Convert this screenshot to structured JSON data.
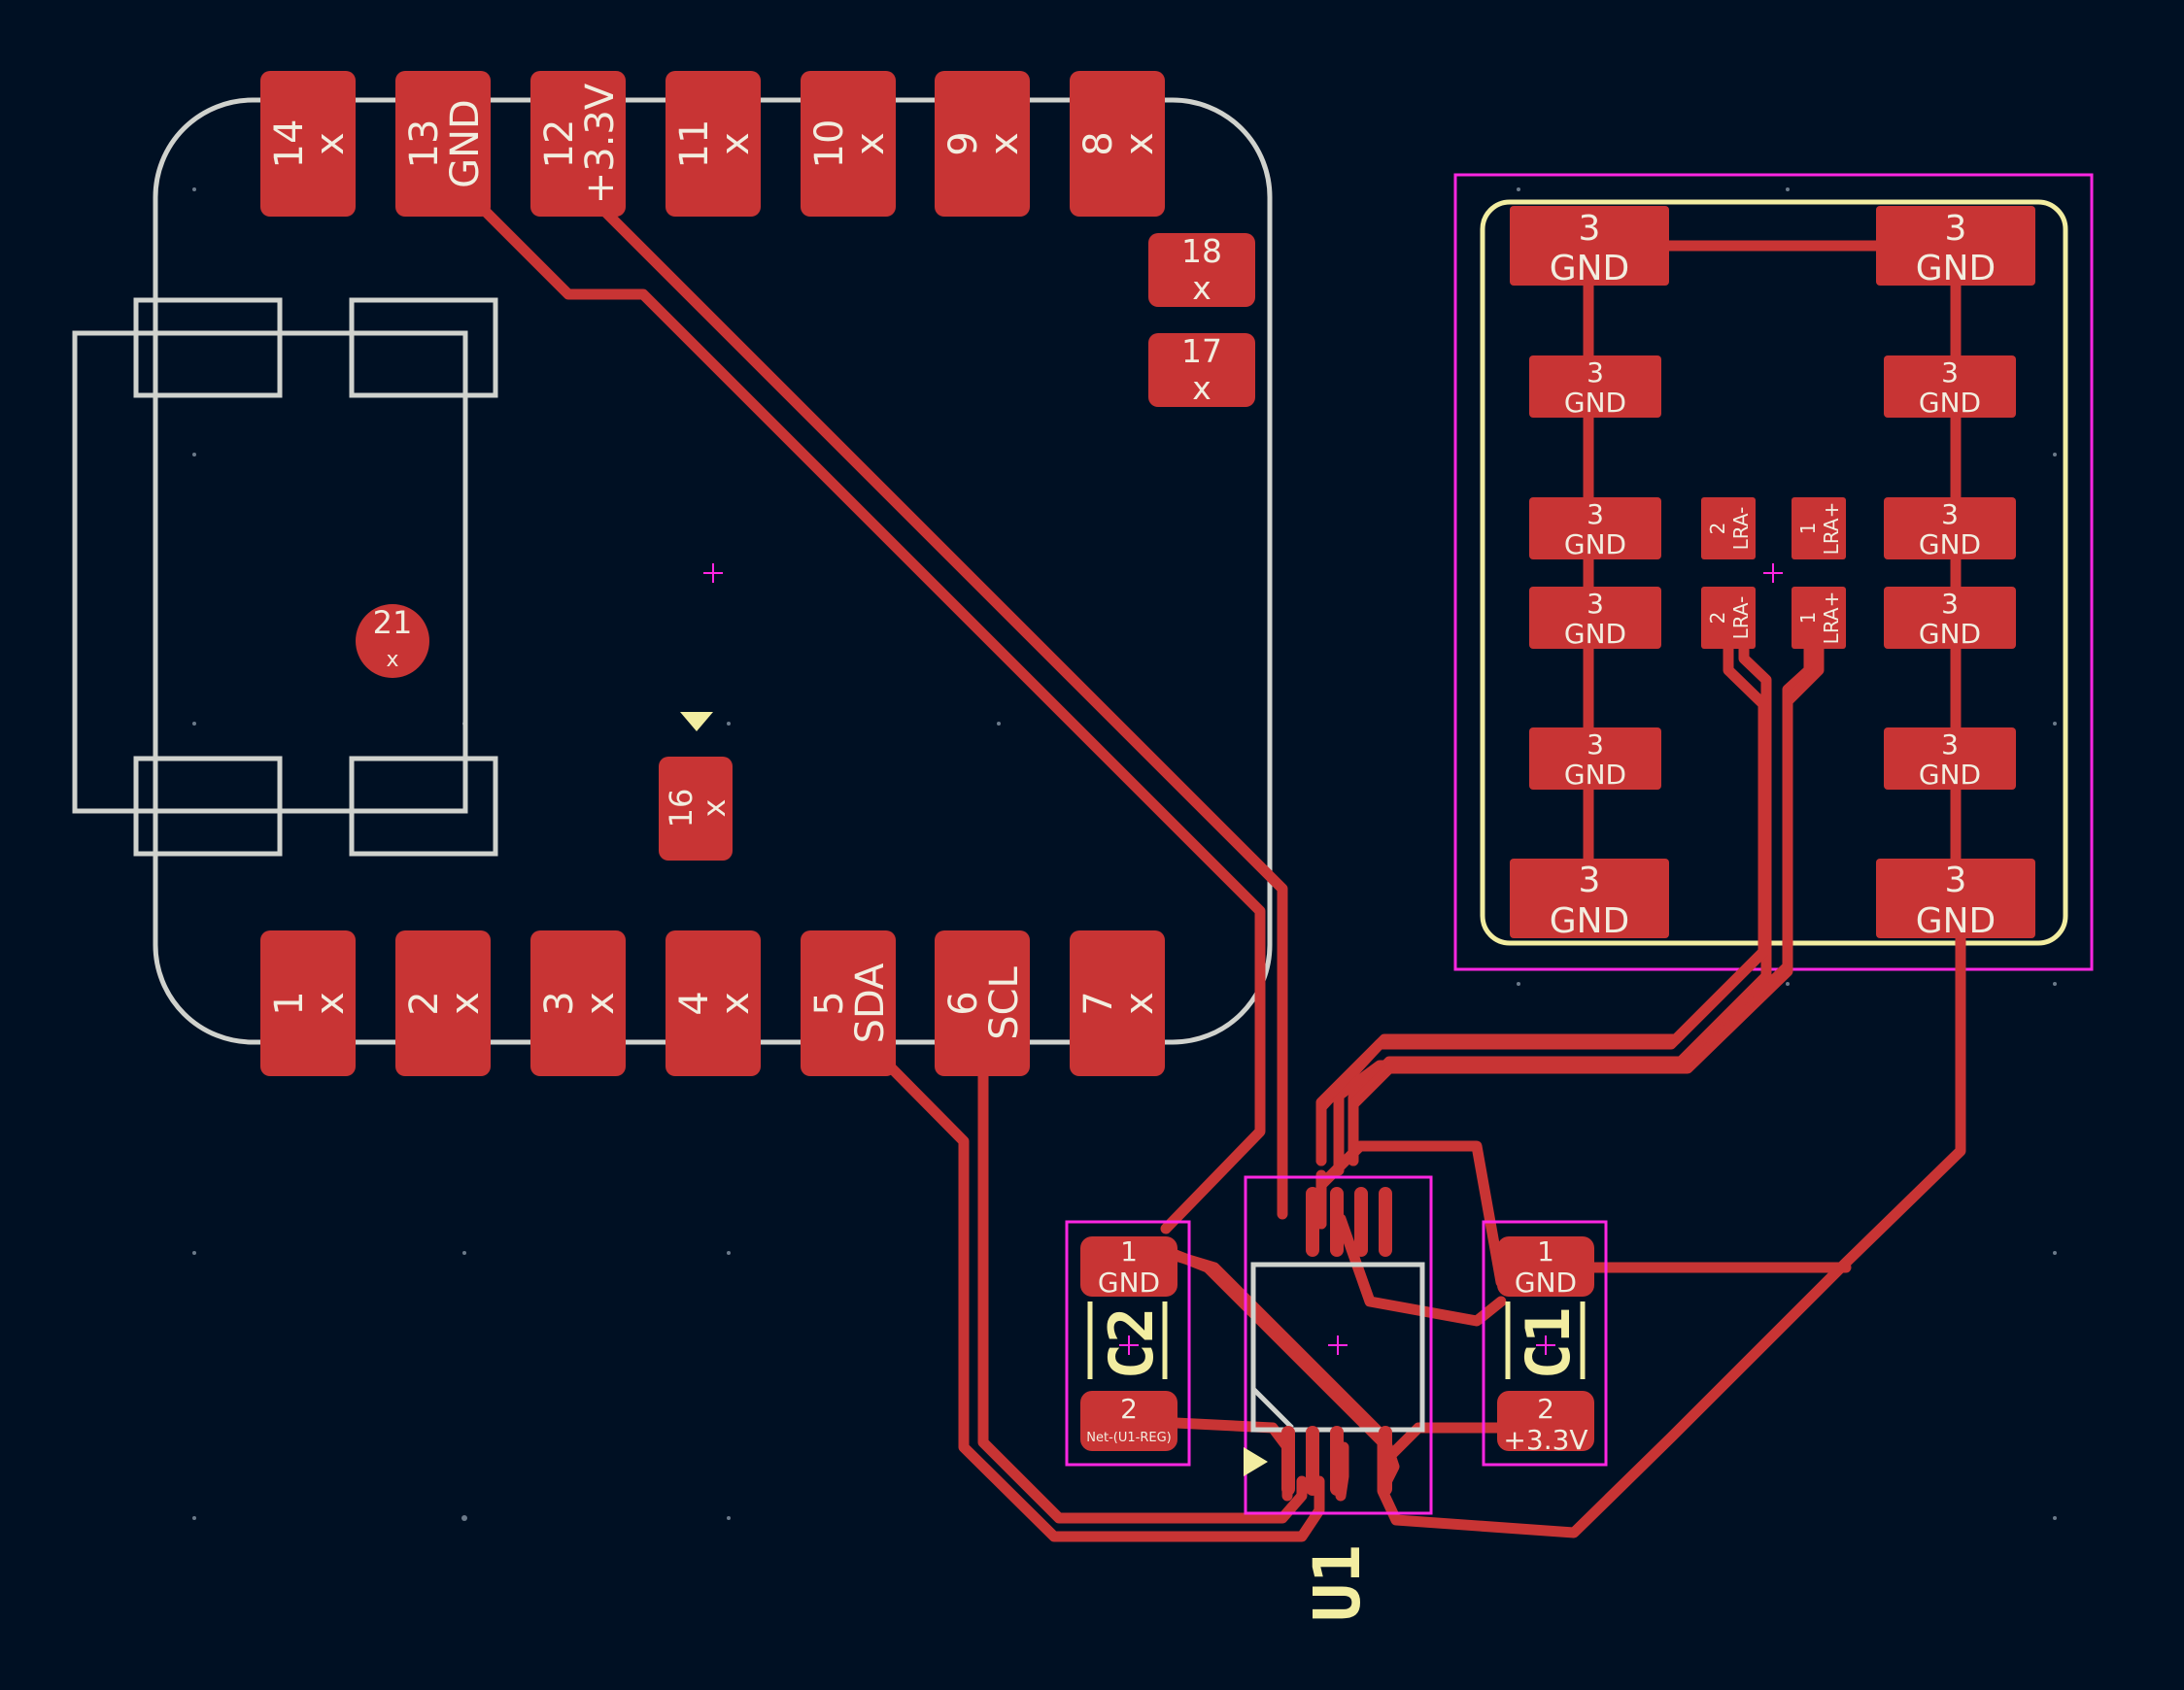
{
  "header_pins": [
    {
      "num": "14",
      "net": "x"
    },
    {
      "num": "13",
      "net": "GND"
    },
    {
      "num": "12",
      "net": "+3.3V"
    },
    {
      "num": "11",
      "net": "x"
    },
    {
      "num": "10",
      "net": "x"
    },
    {
      "num": "9",
      "net": "x"
    },
    {
      "num": "8",
      "net": "x"
    }
  ],
  "bottom_pins": [
    {
      "num": "1",
      "net": "x"
    },
    {
      "num": "2",
      "net": "x"
    },
    {
      "num": "3",
      "net": "x"
    },
    {
      "num": "4",
      "net": "x"
    },
    {
      "num": "5",
      "net": "SDA"
    },
    {
      "num": "6",
      "net": "SCL"
    },
    {
      "num": "7",
      "net": "x"
    }
  ],
  "side_pads": [
    {
      "num": "18",
      "net": "x"
    },
    {
      "num": "17",
      "net": "x"
    }
  ],
  "pad16": {
    "num": "16",
    "net": "x"
  },
  "pad21": {
    "num": "21",
    "net": "x"
  },
  "lra": {
    "gnd_num": "3",
    "gnd_net": "GND",
    "lra_minus_num": "2",
    "lra_minus_net": "LRA-",
    "lra_plus_num": "1",
    "lra_plus_net": "LRA+"
  },
  "c2": {
    "ref": "C2",
    "pad1_num": "1",
    "pad1_net": "GND",
    "pad2_num": "2",
    "pad2_net": "Net-(U1-REG)"
  },
  "c1": {
    "ref": "C1",
    "pad1_num": "1",
    "pad1_net": "GND",
    "pad2_num": "2",
    "pad2_net": "+3.3V"
  },
  "u1": {
    "ref": "U1"
  },
  "colors": {
    "background": "#001023",
    "copper": "#c83434",
    "silkscreen": "#f2eda1",
    "courtyard": "#ff26e2",
    "edge_cuts": "#d0d2cd"
  }
}
